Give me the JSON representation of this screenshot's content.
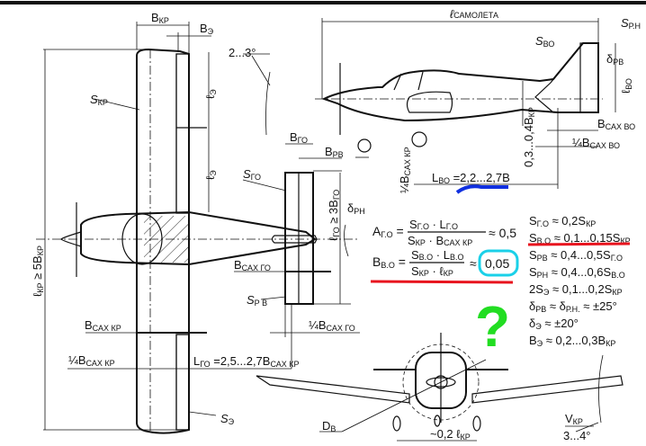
{
  "top_view": {
    "b_kp": {
      "main": "B",
      "sub": "КР"
    },
    "b_e": {
      "main": "B",
      "sub": "Э"
    },
    "angle": "2...3°",
    "s_kp": {
      "main": "S",
      "sub": "КР"
    },
    "l_e1": {
      "main": "ℓ",
      "sub": "Э"
    },
    "l_e2": {
      "main": "ℓ",
      "sub": "Э"
    },
    "l_kp": {
      "main": "ℓ",
      "sub": "КР",
      "rest": " ≥ 5B",
      "sub2": "КР"
    },
    "b_go": {
      "main": "B",
      "sub": "ГО"
    },
    "b_rv": {
      "main": "B",
      "sub": "РВ"
    },
    "s_go": {
      "main": "S",
      "sub": "ГО"
    },
    "l_go": {
      "main": "ℓ",
      "sub": "ГО",
      "rest": " ≥ 3B",
      "sub2": "ГО"
    },
    "delta_rn": {
      "main": "δ",
      "sub": "РН"
    },
    "b_sax_go": {
      "main": "B",
      "sub": "САХ ГО"
    },
    "s_rv": {
      "main": "S",
      "sub": "Р В"
    },
    "quarter_b_sax_go": {
      "main": "¼B",
      "sub": "САХ ГО"
    },
    "b_sax_kp": {
      "main": "B",
      "sub": "САХ КР"
    },
    "quarter_b_sax_kp": {
      "main": "¼B",
      "sub": "САХ КР"
    },
    "l_go_dist": {
      "main": "L",
      "sub": "ГО",
      "rest": " =2,5...2,7B",
      "sub2": "САХ КР"
    },
    "s_e": {
      "main": "S",
      "sub": "Э"
    }
  },
  "side_view": {
    "l_plane": {
      "main": "ℓ",
      "sub": "САМОЛЕТА"
    },
    "s_vo": {
      "main": "S",
      "sub": "ВО"
    },
    "s_rn": {
      "main": "S",
      "sub": "Р.Н"
    },
    "delta_rv": {
      "main": "δ",
      "sub": "РВ"
    },
    "l_vo": {
      "main": "ℓ",
      "sub": "ВО"
    },
    "b_sax_vo": {
      "main": "B",
      "sub": "САХ ВО"
    },
    "quarter_b_sax_vo": {
      "main": "¼B",
      "sub": "САХ ВО"
    },
    "height": {
      "main": "0,3...0,4B",
      "sub": "КР"
    },
    "quarter_b_sax_kp": {
      "main": "¼B",
      "sub": "САХ КР"
    },
    "l_vo_dist": {
      "main": "L",
      "sub": "ВО",
      "rest": " =2,2...2,7B"
    }
  },
  "formulas": {
    "a_go": {
      "lhs": "A",
      "lhs_sub": "Г.О",
      "num": "S",
      "num_sub": "Г.О",
      "num2": " · L",
      "num2_sub": "Г.О",
      "den": "S",
      "den_sub": "КР",
      "den2": " · B",
      "den2_sub": "САХ КР",
      "result": "≈ 0,5"
    },
    "b_vo": {
      "lhs": "B",
      "lhs_sub": "В.О",
      "num": "S",
      "num_sub": "В.О",
      "num2": " · L",
      "num2_sub": "В.О",
      "den": "S",
      "den_sub": "КР",
      "den2": " · ℓ",
      "den2_sub": "КР",
      "approx": "≈",
      "result": "0,05"
    }
  },
  "relations": [
    {
      "a": "S",
      "a_sub": "Г.О",
      "b": " ≈ 0,2S",
      "b_sub": "КР"
    },
    {
      "a": "S",
      "a_sub": "В.О",
      "b": " ≈ 0,1...0,15S",
      "b_sub": "КР"
    },
    {
      "a": "S",
      "a_sub": "РВ",
      "b": " ≈ 0,4...0,5S",
      "b_sub": "Г.О"
    },
    {
      "a": "S",
      "a_sub": "РН",
      "b": " ≈ 0,4...0,6S",
      "b_sub": "В.О"
    },
    {
      "a": "2S",
      "a_sub": "Э",
      "b": " ≈ 0,1...0,2S",
      "b_sub": "КР"
    },
    {
      "a": "δ",
      "a_sub": "РВ",
      "b": " ≈ δ",
      "b_sub": "Р.Н.",
      "c": " ≈ ±25°"
    },
    {
      "a": "δ",
      "a_sub": "Э",
      "b": " ≈ ±20°",
      "b_sub": ""
    },
    {
      "a": "B",
      "a_sub": "Э",
      "b": " ≈ 0,2...0,3B",
      "b_sub": "КР"
    }
  ],
  "front_view": {
    "d_v": {
      "main": "D",
      "sub": "В"
    },
    "track": {
      "main": "~0,2 ℓ",
      "sub": "КР"
    },
    "v_kp": {
      "main": "V",
      "sub": "КР"
    },
    "dihedral": "3...4°"
  },
  "annotations": {
    "question_mark": "?",
    "colors": {
      "red": "#e8141e",
      "cyan": "#1ad0e8",
      "green": "#22dd22",
      "blue": "#1030e0"
    }
  }
}
